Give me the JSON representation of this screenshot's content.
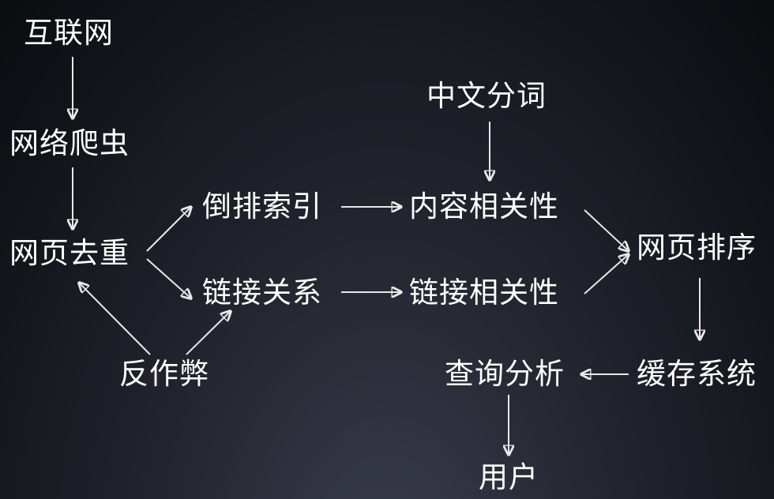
{
  "colors": {
    "background_top": "#0b0c10",
    "background_bottom": "#3a3d4c",
    "text": "#ffffff",
    "arrow": "#e8e8e8"
  },
  "nodes": {
    "internet": "互联网",
    "crawler": "网络爬虫",
    "dedup": "网页去重",
    "inverted_index": "倒排索引",
    "link_relation": "链接关系",
    "anti_cheat": "反作弊",
    "chinese_segmentation": "中文分词",
    "content_relevance": "内容相关性",
    "link_relevance": "链接相关性",
    "page_ranking": "网页排序",
    "cache_system": "缓存系统",
    "query_analysis": "查询分析",
    "user": "用户"
  }
}
